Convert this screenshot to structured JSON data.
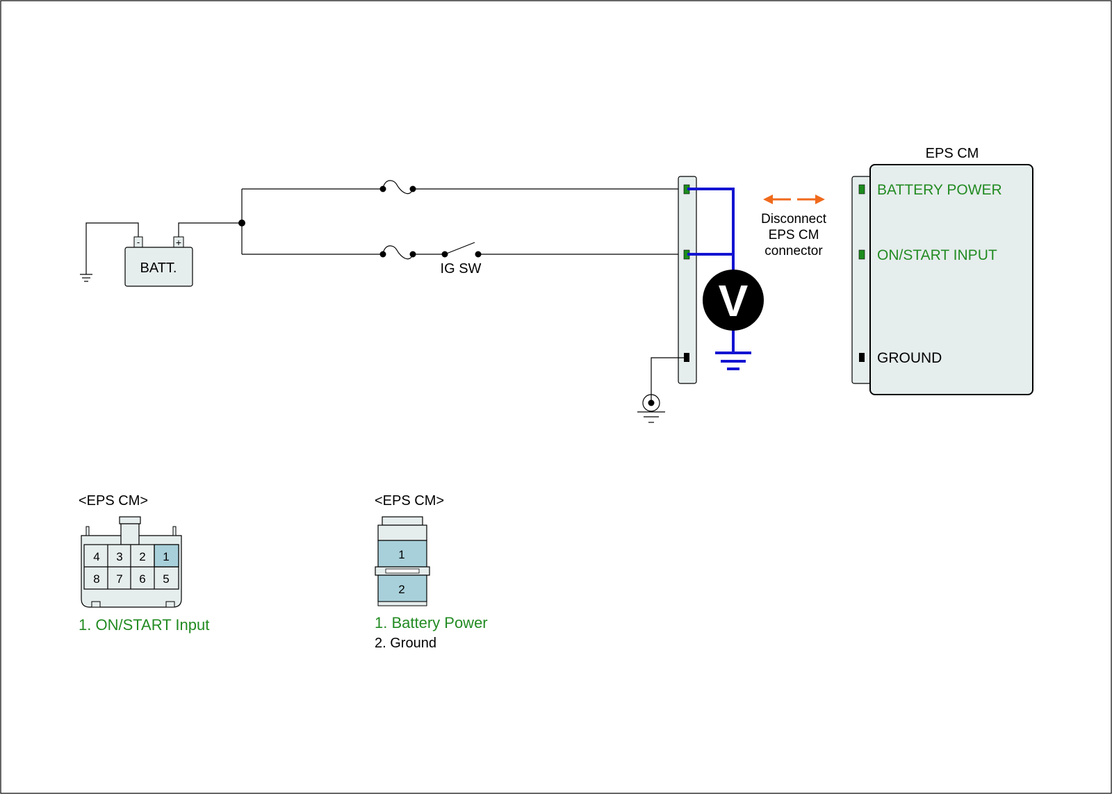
{
  "battery": {
    "label": "BATT.",
    "minus": "-",
    "plus": "+"
  },
  "ignition_switch": {
    "label": "IG SW"
  },
  "module": {
    "title": "EPS CM",
    "pins": [
      {
        "label": "BATTERY POWER",
        "color": "#228b22"
      },
      {
        "label": "ON/START INPUT",
        "color": "#228b22"
      },
      {
        "label": "GROUND",
        "color": "#000000"
      }
    ]
  },
  "voltmeter": {
    "symbol": "V"
  },
  "instruction": {
    "line1": "Disconnect",
    "line2": "EPS CM",
    "line3": "connector",
    "arrow_color": "#f06a1c"
  },
  "connectors": [
    {
      "title": "<EPS CM>",
      "pins": [
        "4",
        "3",
        "2",
        "1",
        "8",
        "7",
        "6",
        "5"
      ],
      "highlighted_pin": "1",
      "legend": [
        {
          "text": "1. ON/START Input",
          "color": "#228b22"
        }
      ]
    },
    {
      "title": "<EPS CM>",
      "pins": [
        "1",
        "2"
      ],
      "legend": [
        {
          "text": "1. Battery Power",
          "color": "#228b22"
        },
        {
          "text": "2. Ground",
          "color": "#000000"
        }
      ]
    }
  ],
  "colors": {
    "wire": "#000000",
    "measure_wire": "#1414d2",
    "highlight": "#a8d0da",
    "panel": "#e6eded",
    "pin_active": "#1e8c1e"
  }
}
